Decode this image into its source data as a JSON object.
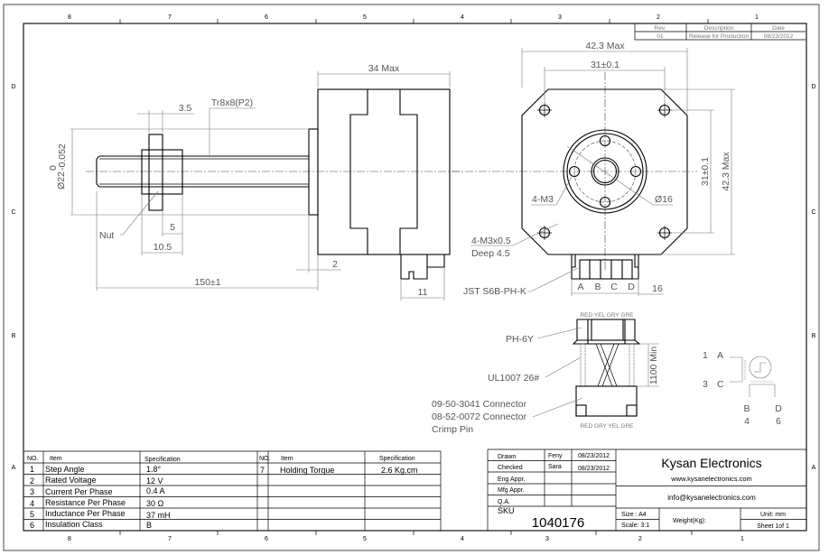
{
  "zones": {
    "columns": [
      "8",
      "7",
      "6",
      "5",
      "4",
      "3",
      "2",
      "1"
    ],
    "rows": [
      "D",
      "C",
      "B",
      "A"
    ]
  },
  "revision": {
    "headers": [
      "Rev.",
      "Description",
      "Date"
    ],
    "row": [
      "01",
      "Release for Production",
      "08/23/2012"
    ]
  },
  "side_view": {
    "dim_34": "34 Max",
    "dim_3_5": "3.5",
    "thread": "Tr8x8(P2)",
    "dia": "Ø22",
    "dia_tol_upper": "0",
    "dia_tol_lower": "-0.052",
    "nut": "Nut",
    "dim_5": "5",
    "dim_10_5": "10.5",
    "dim_2": "2",
    "dim_150": "150±1",
    "dim_11": "11"
  },
  "front_view": {
    "width_max": "42.3 Max",
    "hole_spacing": "31±0.1",
    "hole_spacing_v": "31±0.1",
    "height_max": "42.3 Max",
    "m3": "4-M3",
    "boss_dia": "Ø16",
    "mount_holes": "4-M3x0.5",
    "mount_depth": "Deep 4.5",
    "connector": "JST S6B-PH-K",
    "pins": [
      "A",
      "B",
      "C",
      "D"
    ],
    "dim_16": "16"
  },
  "wiring": {
    "top_colors": "RED YEL GRY GRE",
    "bottom_colors": "RED GRY YEL GRE",
    "housing": "PH-6Y",
    "wire": "UL1007 26#",
    "length": "1100 Min",
    "connector_1": "09-50-3041 Connector",
    "connector_2": "08-52-0072 Connector",
    "connector_3": "Crimp Pin"
  },
  "schematic": {
    "a_num": "1",
    "a": "A",
    "c_num": "3",
    "c": "C",
    "b": "B",
    "d": "D",
    "b_num": "4",
    "d_num": "6"
  },
  "spec_table": {
    "headers": [
      "NO.",
      "Item",
      "Specification",
      "NO.",
      "Item",
      "Specification"
    ],
    "rows": [
      {
        "no": "1",
        "item": "Step Angle",
        "spec": "1.8°",
        "no2": "7",
        "item2": "Holding Torque",
        "spec2": "2.6 Kg.cm"
      },
      {
        "no": "2",
        "item": "Rated Voltage",
        "spec": "12 V"
      },
      {
        "no": "3",
        "item": "Current Per Phase",
        "spec": "0.4 A"
      },
      {
        "no": "4",
        "item": "Resistance Per Phase",
        "spec": "30 Ω"
      },
      {
        "no": "5",
        "item": "Inductance Per Phase",
        "spec": "37 mH"
      },
      {
        "no": "6",
        "item": "Insulation Class",
        "spec": "B"
      }
    ]
  },
  "title_block": {
    "drawn_label": "Drawn",
    "drawn_by": "Feny",
    "drawn_date": "08/23/2012",
    "checked_label": "Checked",
    "checked_by": "Sara",
    "checked_date": "08/23/2012",
    "eng_label": "Eng Appr.",
    "mfg_label": "Mfg Appr.",
    "qa_label": "Q.A.",
    "sku_label": "SKU",
    "sku": "1040176",
    "company": "Kysan Electronics",
    "website": "www.kysanelectronics.com",
    "email": "info@kysanelectronics.com",
    "size": "Size : A4",
    "scale": "Scale: 3:1",
    "weight": "Weight(Kg):",
    "unit": "Unit: mm",
    "sheet": "Sheet 1of 1"
  }
}
